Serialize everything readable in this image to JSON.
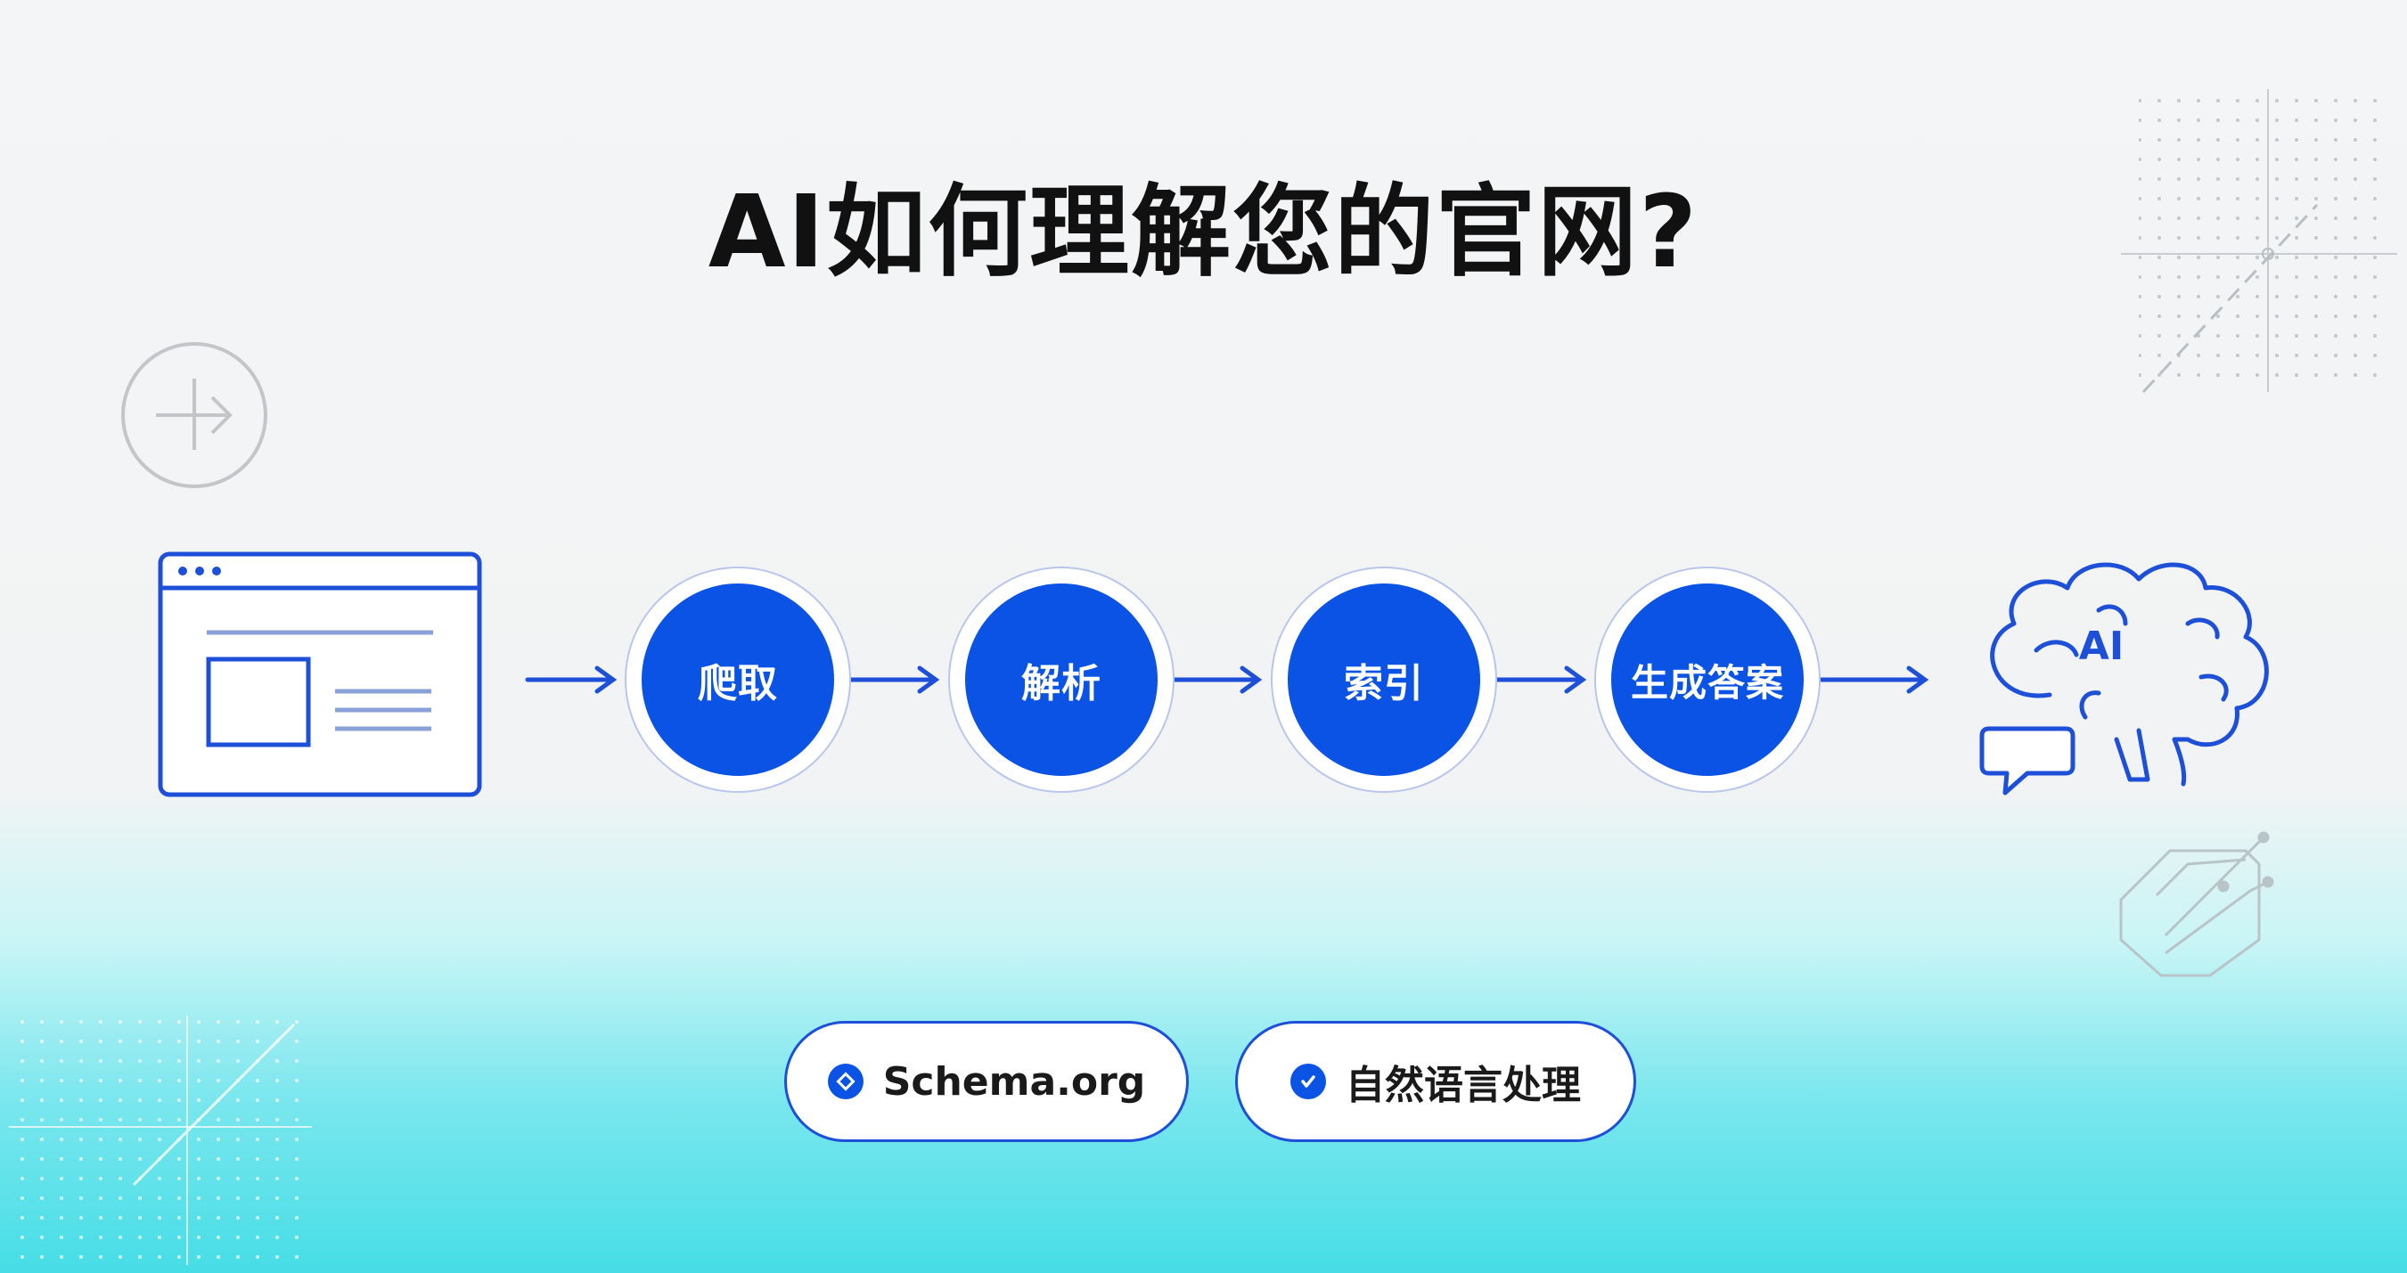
{
  "title": "AI如何理解您的官网?",
  "steps": [
    {
      "label": "爬取"
    },
    {
      "label": "解析"
    },
    {
      "label": "索引"
    },
    {
      "label": "生成答案"
    }
  ],
  "ai_badge": "AI",
  "tags": [
    {
      "label": "Schema.org",
      "icon": "diamond-link-icon"
    },
    {
      "label": "自然语言处理",
      "icon": "check-icon"
    }
  ],
  "colors": {
    "primary": "#0a53e4",
    "stroke": "#1d4fd8",
    "title": "#111111",
    "bottom_gradient": "#46dde6"
  }
}
